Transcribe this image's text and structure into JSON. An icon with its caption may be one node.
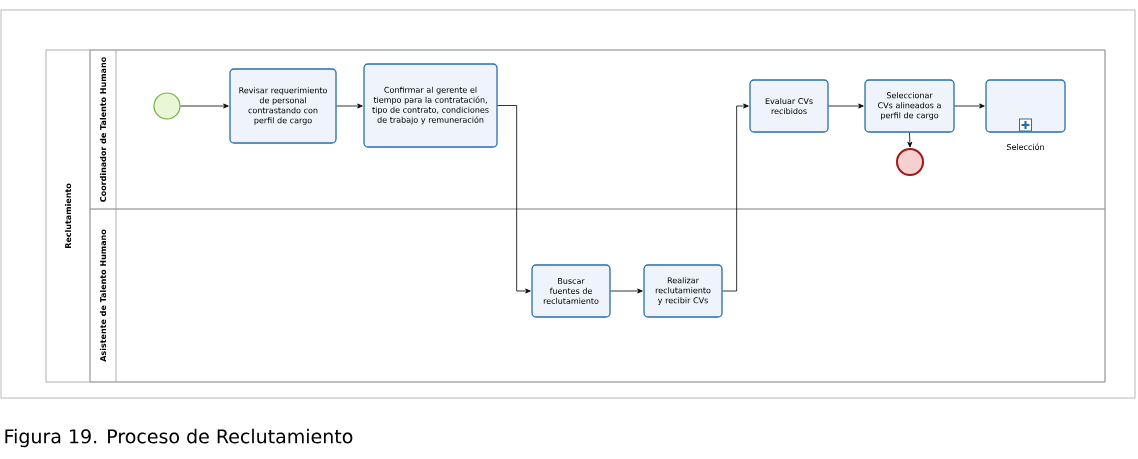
{
  "diagram": {
    "caption": "Figura 19. Proceso de Reclutamiento",
    "nodes": [
      {
        "text": [
          "Reclutamiento"
        ]
      },
      {
        "text": [
          "Coordinador de Talento Humano"
        ],
        "in": 0
      },
      {
        "text": [
          "Asistente de Talento Humano"
        ],
        "in": 0
      },
      {
        "text": [],
        "shape": "circle",
        "in": 1
      },
      {
        "text": [
          "Revisar requerimiento de personal contrastando con perfil de cargo"
        ],
        "in": 1
      },
      {
        "text": [
          "Confirmar al gerente el tiempo para la contratación, tipo de contrato, condiciones de trabajo y remuneración"
        ],
        "in": 1
      },
      {
        "text": [
          "Evaluar CVs recibidos"
        ],
        "in": 1
      },
      {
        "text": [
          "Seleccionar CVs alineados a perfil de cargo"
        ],
        "in": 1
      },
      {
        "text": [],
        "shape": "circle",
        "in": 1
      },
      {
        "text": [
          "Selección"
        ],
        "in": 1
      },
      {
        "text": [
          "Buscar fuentes de reclutamiento"
        ],
        "in": 2
      },
      {
        "text": [
          "Realizar reclutamiento y recibir CVs"
        ],
        "in": 2
      }
    ],
    "edges": [
      {
        "from": 3,
        "to": 4,
        "arrow": "to"
      },
      {
        "from": 4,
        "to": 5,
        "arrow": "to"
      },
      {
        "from": 5,
        "to": 10,
        "arrow": "to"
      },
      {
        "from": 10,
        "to": 11,
        "arrow": "to"
      },
      {
        "from": 11,
        "to": 6,
        "arrow": "to"
      },
      {
        "from": 6,
        "to": 7,
        "arrow": "to"
      },
      {
        "from": 7,
        "to": 9,
        "arrow": "to"
      },
      {
        "from": 7,
        "to": 8,
        "arrow": "to"
      }
    ]
  }
}
